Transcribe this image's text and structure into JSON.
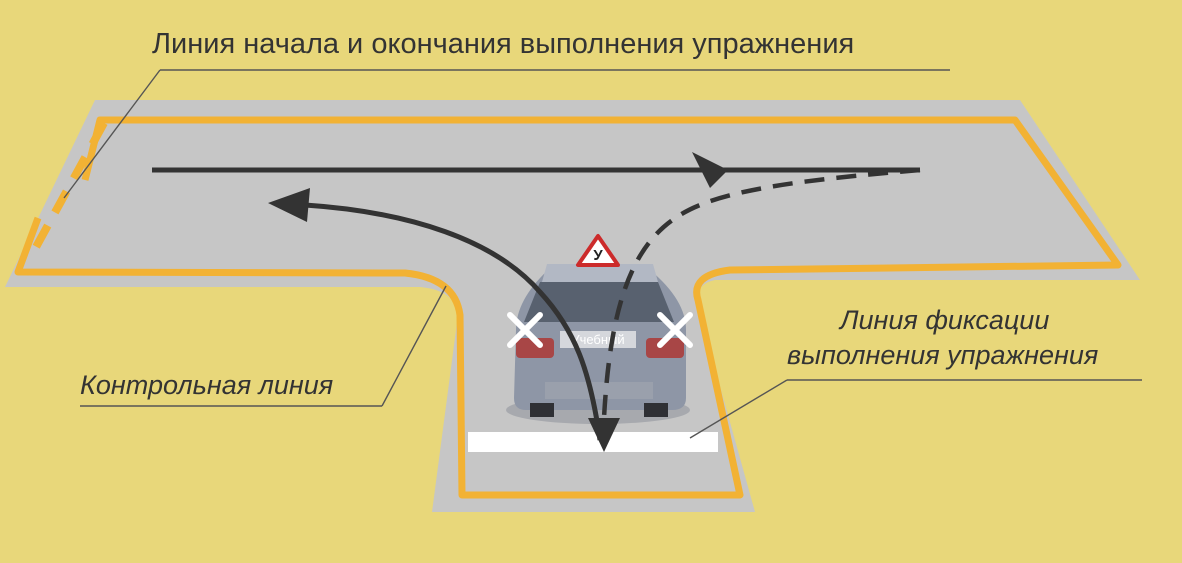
{
  "labels": {
    "start_end_line": "Линия начала и окончания  выполнения упражнения",
    "control_line": "Контрольная линия",
    "fixation_line_1": "Линия фиксации",
    "fixation_line_2": "выполнения упражнения"
  },
  "car": {
    "roof_sign": "У",
    "plate_text": "Учебный"
  },
  "colors": {
    "background": "#e8d77a",
    "asphalt": "#c6c6c6",
    "edge_line": "#f2b234",
    "arrow": "#333333",
    "label_text": "#333333"
  }
}
